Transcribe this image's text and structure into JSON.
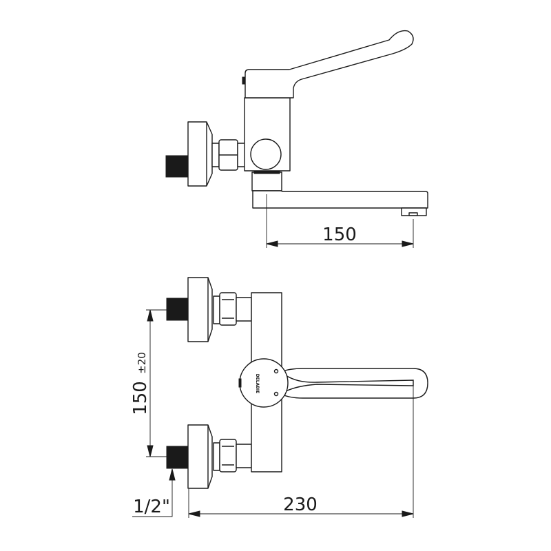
{
  "drawing": {
    "side_view": {
      "dimension_spout": "150"
    },
    "front_view": {
      "dimension_inlet_spacing": "150",
      "dimension_inlet_tolerance": "±20",
      "dimension_thread": "1/2\"",
      "dimension_total_width": "230",
      "brand_mark": "DELABIE"
    }
  },
  "colors": {
    "line": "#1a1a1a",
    "background": "#ffffff"
  }
}
